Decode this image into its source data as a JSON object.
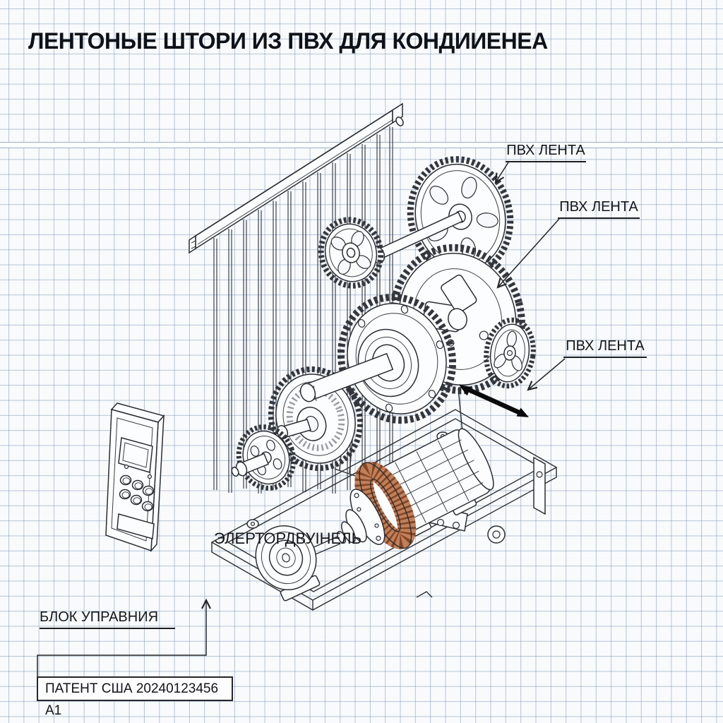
{
  "title": "ЛЕНТОНЫЕ ШТОРИ ИЗ ПВХ ДЛЯ КОНДИИЕНЕА",
  "callouts": {
    "pvc_tape_top": "ПВХ ЛЕНТА",
    "pvc_tape_middle": "ПВХ ЛЕНТА",
    "pvc_tape_lower": "ПВХ ЛЕНТА",
    "motor": "ЭЛЕРТОРДВУІНЕЛЬ",
    "control_unit": "БЛОК УПРАВНИЯ"
  },
  "patent": {
    "number": "ПАТЕНТ США 20240123456 A1"
  },
  "style": {
    "paper": "#f8fafc",
    "grid": "#b3c2d6",
    "ink": "#2a2d34",
    "copper": "#c0805a",
    "copper_dark": "#7a3c1b",
    "arrow_black": "#0b0b0c"
  }
}
